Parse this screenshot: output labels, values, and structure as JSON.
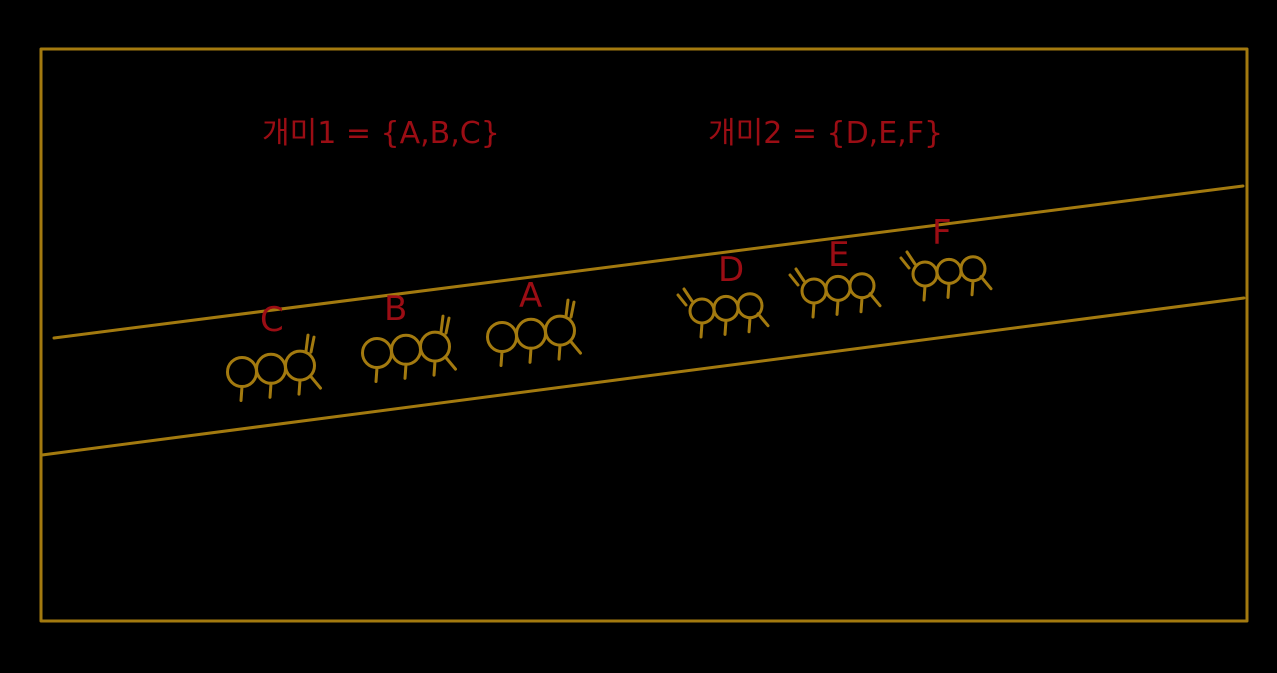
{
  "colors": {
    "background": "#000000",
    "drawing": "#a37a0f",
    "text": "#9b0d14"
  },
  "sets": [
    {
      "label": "개미1 = {A,B,C}"
    },
    {
      "label": "개미2 = {D,E,F}"
    }
  ],
  "ants": [
    {
      "label": "C"
    },
    {
      "label": "B"
    },
    {
      "label": "A"
    },
    {
      "label": "D"
    },
    {
      "label": "E"
    },
    {
      "label": "F"
    }
  ]
}
